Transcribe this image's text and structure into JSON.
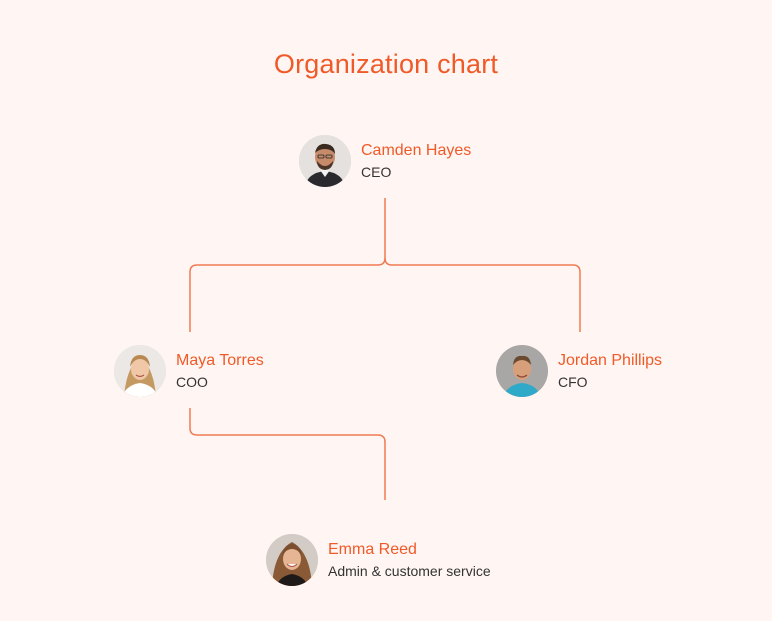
{
  "title": "Organization chart",
  "colors": {
    "accent": "#f05a28",
    "background": "#fff6f3",
    "connector": "#f07a52",
    "text": "#333333"
  },
  "nodes": [
    {
      "name": "Camden Hayes",
      "role": "CEO",
      "avatar_icon": "person-avatar-icon"
    },
    {
      "name": "Maya Torres",
      "role": "COO",
      "avatar_icon": "person-avatar-icon"
    },
    {
      "name": "Jordan Phillips",
      "role": "CFO",
      "avatar_icon": "person-avatar-icon"
    },
    {
      "name": "Emma Reed",
      "role": "Admin & customer service",
      "avatar_icon": "person-avatar-icon"
    }
  ]
}
